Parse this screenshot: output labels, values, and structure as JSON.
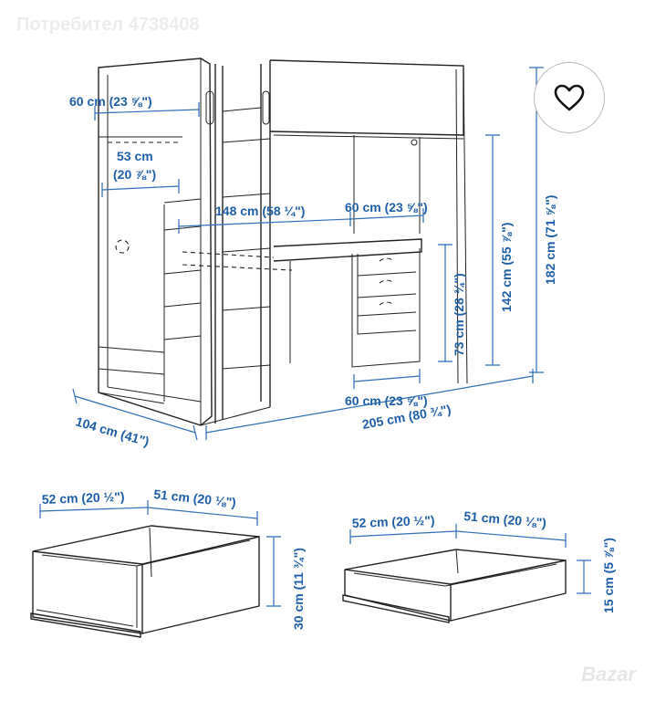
{
  "watermark": "Потребител 4738408",
  "favorite": {
    "icon": "heart-icon"
  },
  "brand": "Bazar",
  "bed_dimensions": {
    "width_top": "60 cm (23 ⅝\")",
    "inner_width": "53 cm",
    "inner_width_in": "(20 ⅞\")",
    "desk_span": "148 cm (58 ¼\")",
    "desk_width": "60 cm (23 ⅝\")",
    "desk_height": "73 cm (28 ¾\")",
    "clearance_height": "142 cm (55 ⅞\")",
    "total_height": "182 cm (71 ⅝\")",
    "depth": "104 cm (41\")",
    "desk_depth_bottom": "60 cm (23 ⅝\")",
    "total_length": "205 cm (80 ¾\")"
  },
  "drawer_large": {
    "width_left": "52 cm (20 ½\")",
    "width_right": "51 cm (20 ⅛\")",
    "height": "30 cm (11 ¾\")"
  },
  "drawer_small": {
    "width_left": "52 cm (20 ½\")",
    "width_right": "51 cm (20 ⅛\")",
    "height": "15 cm (5 ⅞\")"
  },
  "colors": {
    "dimension": "#1f5fa8",
    "line": "#222222"
  }
}
